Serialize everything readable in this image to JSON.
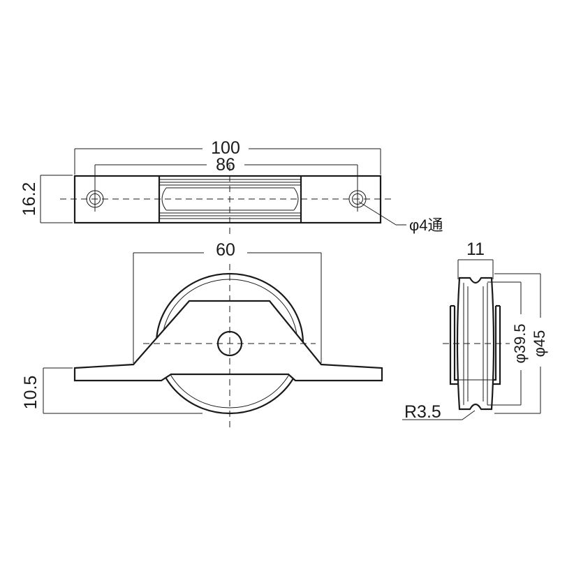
{
  "dimensions": {
    "overall_length": "100",
    "hole_pitch": "86",
    "plate_width": "16.2",
    "hole_note": "φ4通",
    "base_span": "60",
    "base_thickness": "10.5",
    "wheel_width": "11",
    "groove_diameter": "φ39.5",
    "outer_diameter": "φ45",
    "groove_radius": "R3.5"
  },
  "colors": {
    "line": "#1a1a1a",
    "background": "#ffffff"
  }
}
